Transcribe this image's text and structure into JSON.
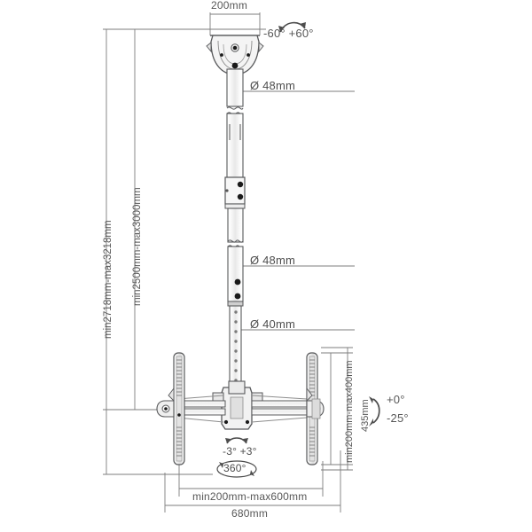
{
  "diagram": {
    "title": "Ceiling TV Mount Technical Drawing",
    "colors": {
      "line": "#58595b",
      "dim_line": "#6d6e71",
      "text": "#575757",
      "fill_light": "#f2f2f2",
      "fill_mid": "#d9d9d9",
      "fill_dark": "#1a1a1a"
    },
    "dimensions": {
      "top_plate_width": "200mm",
      "total_height_range": "min2718mm-max3218mm",
      "pole_height_range": "min2500mm-max3000mm",
      "upper_tube_diameter": "Ø 48mm",
      "mid_tube_diameter": "Ø 48mm",
      "lower_tube_diameter": "Ø 40mm",
      "bracket_height_range": "min200mm-max400mm",
      "bracket_total_height": "435mm",
      "bracket_width_range": "min200mm-max600mm",
      "bracket_total_width": "680mm"
    },
    "angles": {
      "swivel_top": "-60° +60°",
      "roll": "-3° +3°",
      "rotation": "360°",
      "tilt": {
        "up": "+0°",
        "down": "-25°"
      }
    }
  }
}
